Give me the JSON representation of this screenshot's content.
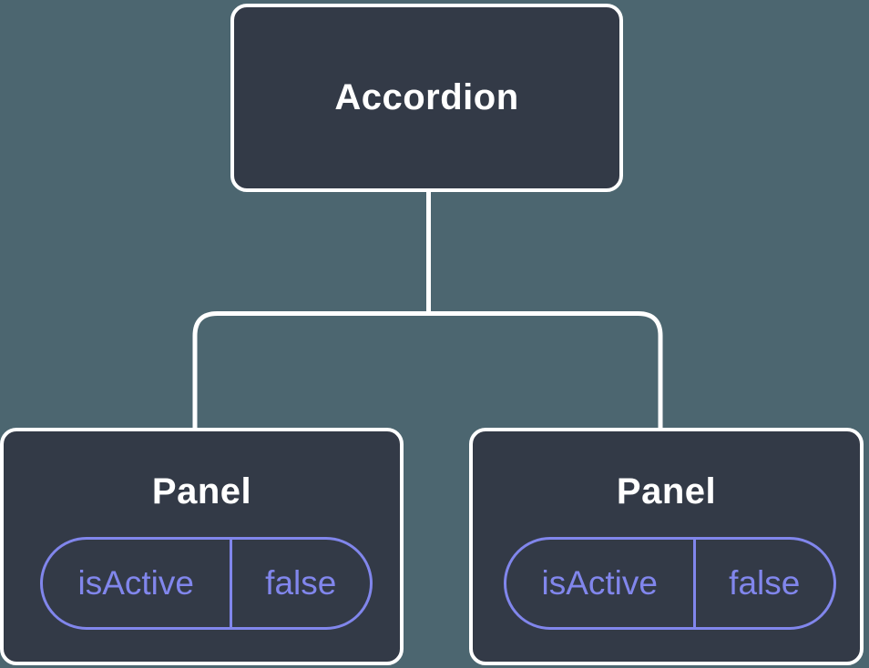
{
  "diagram": {
    "root_node": {
      "label": "Accordion"
    },
    "panels": [
      {
        "label": "Panel",
        "state_key": "isActive",
        "state_value": "false"
      },
      {
        "label": "Panel",
        "state_key": "isActive",
        "state_value": "false"
      }
    ]
  },
  "colors": {
    "background": "#4C6670",
    "node_fill": "#333A47",
    "node_border": "#FFFFFF",
    "node_text": "#FFFFFF",
    "connector": "#FFFFFF",
    "state_accent": "#8186EC"
  }
}
